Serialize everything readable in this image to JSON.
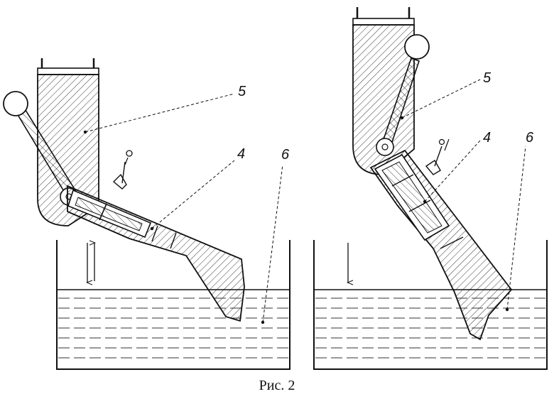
{
  "figure": {
    "caption": "Рис. 2",
    "callouts": {
      "left_5": "5",
      "left_4": "4",
      "left_6": "6",
      "right_5": "5",
      "right_4": "4",
      "right_6": "6"
    }
  }
}
